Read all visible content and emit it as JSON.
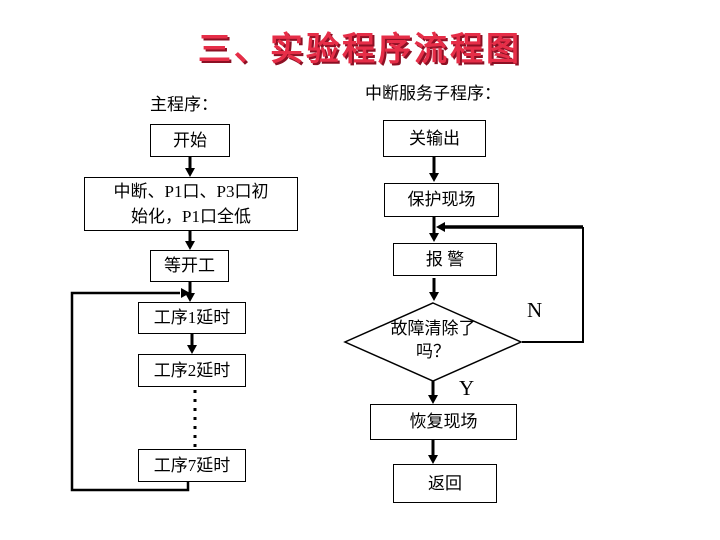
{
  "title": "三、实验程序流程图",
  "colors": {
    "title_red": "#e62e48",
    "title_shadow": "#8c1024",
    "line_black": "#000000",
    "background": "#ffffff"
  },
  "main_program": {
    "label": "主程序：",
    "nodes": {
      "start": "开始",
      "init_line1": "中断、P1口、P3口初",
      "init_line2": "始化，P1口全低",
      "wait": "等开工",
      "step1": "工序1延时",
      "step2": "工序2延时",
      "step7": "工序7延时"
    }
  },
  "isr": {
    "label": "中断服务子程序：",
    "nodes": {
      "close_output": "关输出",
      "protect": "保护现场",
      "alarm": "报 警",
      "decision_line1": "故障清除了",
      "decision_line2": "吗？",
      "restore": "恢复现场",
      "return": "返回"
    },
    "branch_no": "N",
    "branch_yes": "Y"
  }
}
